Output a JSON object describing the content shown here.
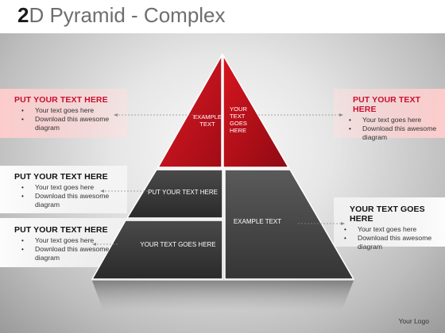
{
  "title": {
    "bold": "2",
    "rest": "D Pyramid - Complex"
  },
  "blocks": {
    "top_left": {
      "heading": "PUT YOUR TEXT HERE",
      "bullets": [
        "Your text goes here",
        "Download this awesome diagram"
      ]
    },
    "top_right": {
      "heading": "PUT YOUR TEXT HERE",
      "bullets": [
        "Your text goes here",
        "Download this awesome diagram"
      ]
    },
    "mid_left": {
      "heading": "PUT YOUR TEXT HERE",
      "bullets": [
        "Your text goes here",
        "Download this awesome diagram"
      ]
    },
    "low_left": {
      "heading": "PUT YOUR TEXT HERE",
      "bullets": [
        "Your text goes here",
        "Download this awesome diagram"
      ]
    },
    "right_lower": {
      "heading": "YOUR TEXT GOES HERE",
      "bullets": [
        "Your text goes here",
        "Download this awesome diagram"
      ]
    }
  },
  "pyramid": {
    "apex_left": "EXAMPLE TEXT",
    "apex_right": "YOUR TEXT GOES HERE",
    "mid_left": "PUT YOUR TEXT HERE",
    "low_left": "YOUR TEXT GOES HERE",
    "right": "EXAMPLE TEXT"
  },
  "logo": "Your Logo",
  "colors": {
    "red": "#c8102e",
    "dark": "#3a3a3a"
  }
}
